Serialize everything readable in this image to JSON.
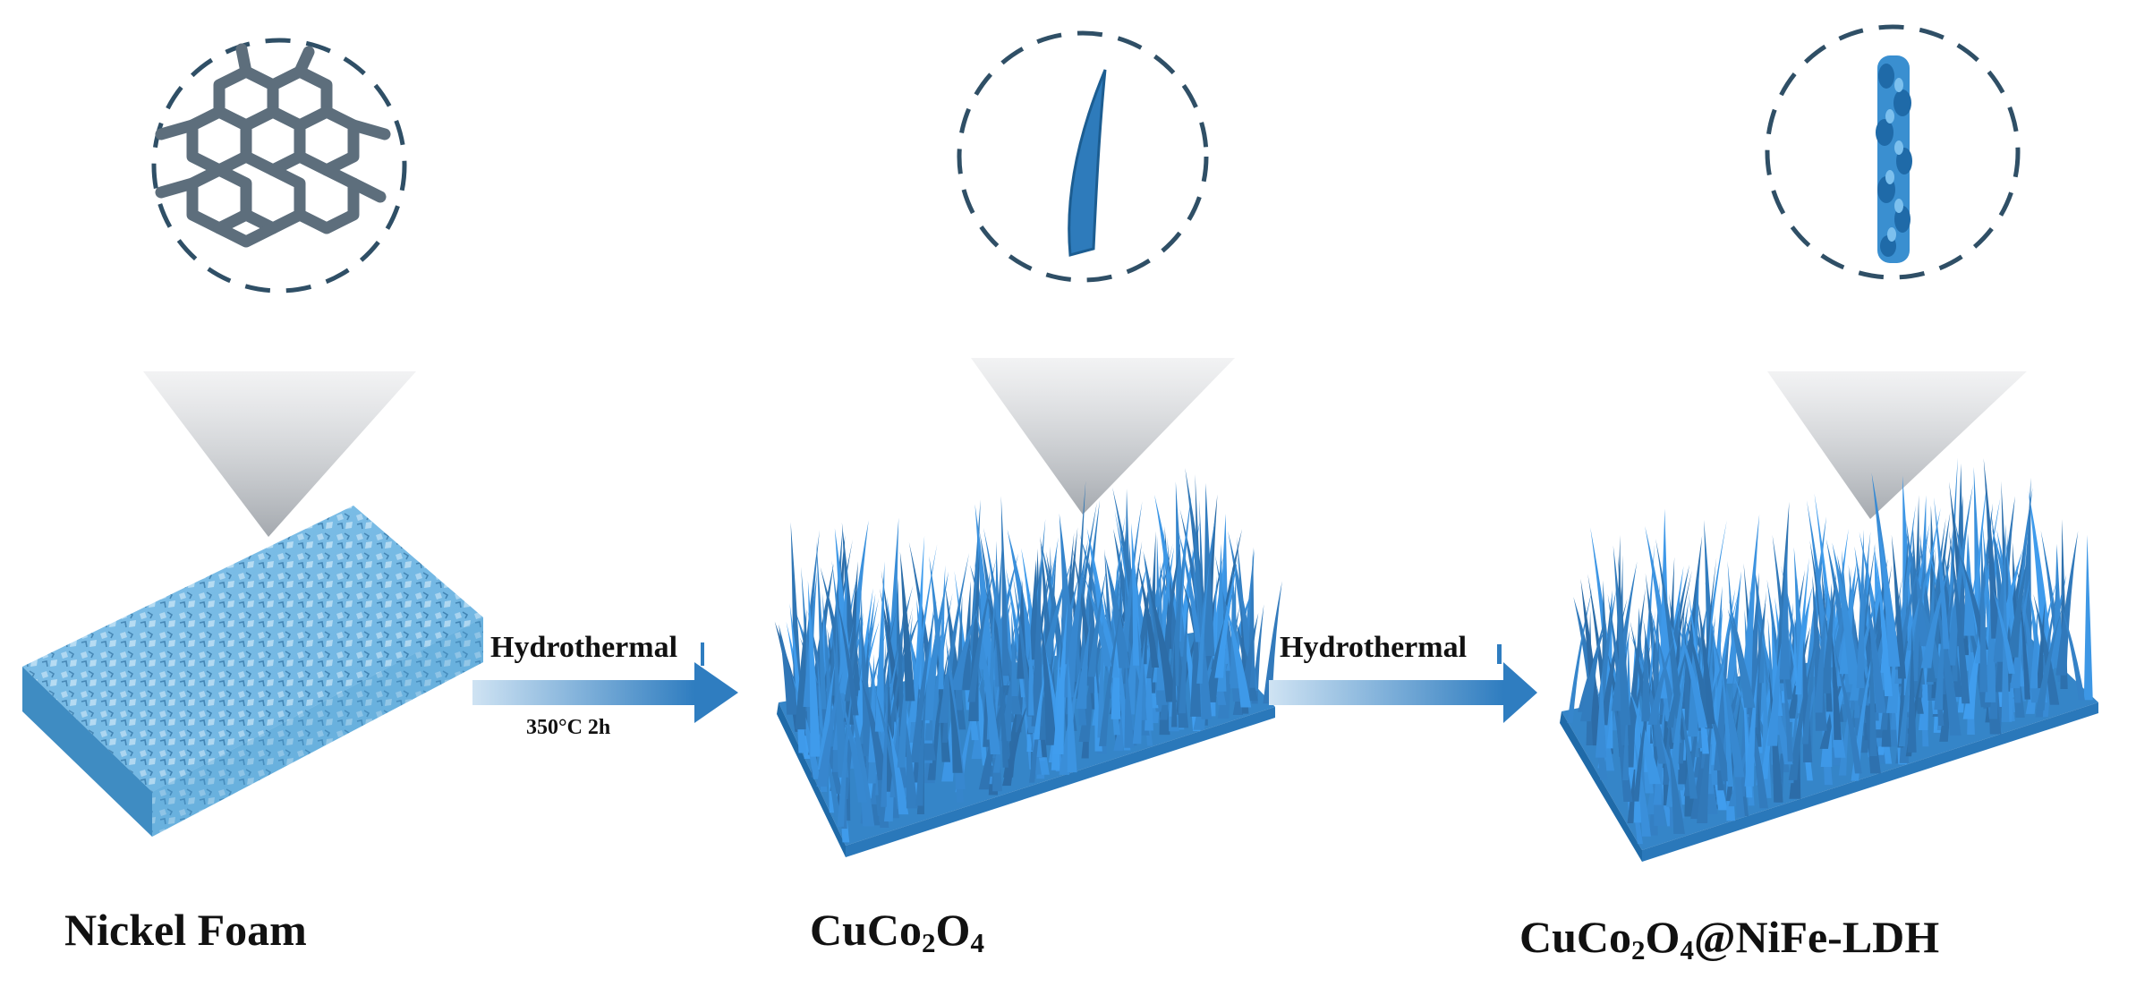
{
  "stages": [
    {
      "label_main": "Nickel Foam",
      "sub_parts": []
    },
    {
      "label_main": "CuCo",
      "sub_parts": [
        {
          "text": "2",
          "sub": true
        },
        {
          "text": "O",
          "sub": false
        },
        {
          "text": "4",
          "sub": true
        }
      ]
    },
    {
      "label_main": "CuCo",
      "sub_parts": [
        {
          "text": "2",
          "sub": true
        },
        {
          "text": "O",
          "sub": false
        },
        {
          "text": "4",
          "sub": true
        },
        {
          "text": "@NiFe-LDH",
          "sub": false
        }
      ]
    }
  ],
  "arrows": [
    {
      "label": "Hydrothermal",
      "condition": "350°C 2h"
    },
    {
      "label": "Hydrothermal",
      "condition": ""
    }
  ],
  "colors": {
    "foam": "#5aaad8",
    "foam_dark": "#2a6fa0",
    "grass": "#3a8fd0",
    "grass_dark": "#1f6aa8",
    "arrow": "#3b86c6",
    "zoom_cone": "#c8cbcf",
    "dashed_circle": "#2f4f66",
    "nickel_network": "#5d6e7c"
  }
}
